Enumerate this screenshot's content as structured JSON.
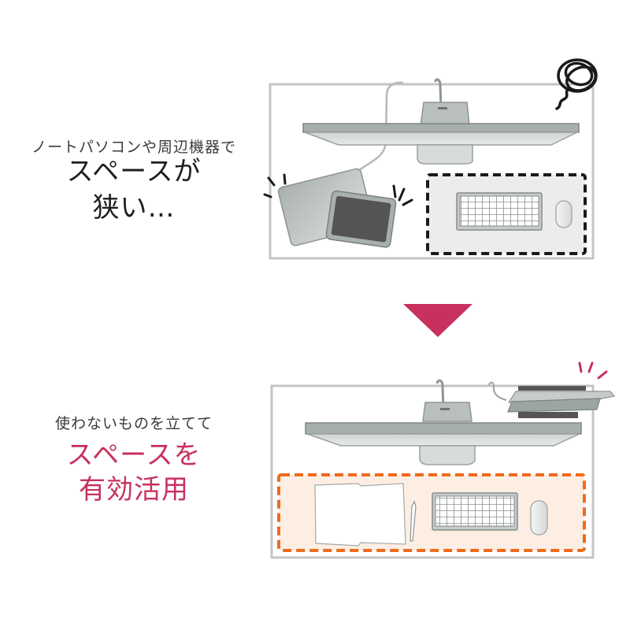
{
  "before": {
    "subtitle": "ノートパソコンや周辺機器で",
    "headline_line1": "スペースが",
    "headline_line2": "狭い…",
    "illustration": {
      "items": [
        "monitor",
        "laptop",
        "tablet",
        "keyboard",
        "mouse",
        "tangled-cable"
      ],
      "highlight_border": "dashed",
      "highlight_color": "#1a1a1a"
    }
  },
  "arrow": {
    "direction": "down",
    "color": "#c8305d"
  },
  "after": {
    "subtitle": "使わないものを立てて",
    "headline_line1": "スペースを",
    "headline_line2": "有効活用",
    "headline_color": "#c8305d",
    "illustration": {
      "items": [
        "monitor",
        "stand-with-laptop",
        "notebook",
        "pen",
        "keyboard",
        "mouse"
      ],
      "highlight_border": "dashed",
      "highlight_color": "#f06a1c",
      "highlight_fill": "#fdeee3"
    }
  }
}
